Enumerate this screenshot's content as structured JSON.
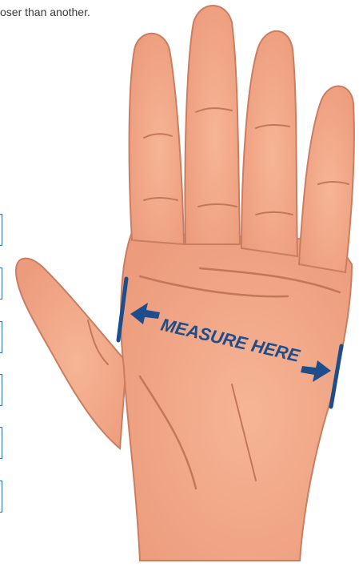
{
  "intro_text": "oser than another.",
  "diagram": {
    "measure_label": "MEASURE HERE",
    "skin_color": "#f2a585",
    "outline_color": "#c97e62",
    "crease_color": "#c2775b",
    "arrow_color": "#1e4d8c"
  },
  "side_boxes": {
    "count": 6,
    "border_color": "#2f6fb5"
  }
}
